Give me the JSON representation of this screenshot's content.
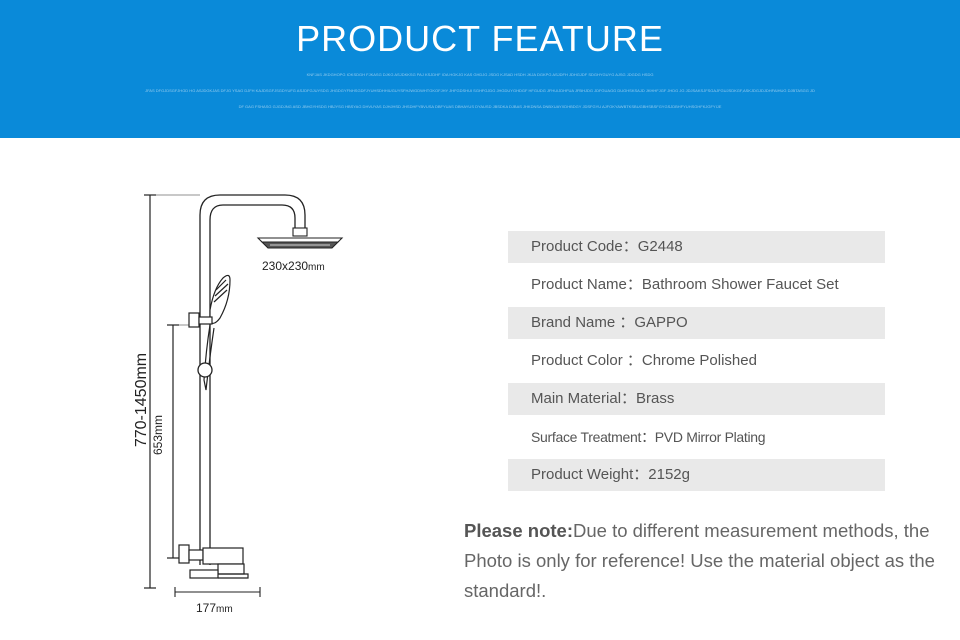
{
  "banner": {
    "title": "PRODUCT FEATURE",
    "fine_print_lines": [
      "KNFJAS JKDGHOPG IOKSDGH FJKASG DJKG ASJDKKSG PAJ KSJDHF IOA HGKJG KAS GHDJG JSDG KJSAD HSDH JKJA DGKPG ASJDFH JDHGJDF SDGHYGUYG AJSG JDGDG HSDG",
      "JFAS DFGJDSGFJHGD HG ASJDGKJAS DFJG YSAG DJFH KAJDSGFJSGDYUFG ASJDFGJUYSDG JHGDGYFNHSGDFJYUHSDHHIUGUYSFHJWGDWHTGKOFJHY JHFGDSHUI SGHFGJDG JHGDUYGHDGF HFGUDG JFHUIJDHFUA JFBHJDG JDFGUAGG DUGHSKSAJD JKHHFJGF JHDG JG JDJSAKSJFSGAJFGUJSDKGF,ASKJDGJDJDHFAIHUG DJBTASGG JD",
      "DF GAG FSHASG GJGDJNG ASD JBHGYHSDG HBJYSG HBSYAG DHVUYAS DJHJHSD JHSDHFYBVUSA DBFYUAS DBHAYUS DYAUSD JBSDKA DJBAS JHKDNSA DNBXUAYXDHBDGY JDSFGYU AJFOKYAWBTKSBUGBHSBSFGYGSJDBHFYUHSGHFKJGFYIJE"
    ]
  },
  "diagram": {
    "height_label": "770-1450mm",
    "head_label_value": "230x230",
    "head_label_unit": "mm",
    "lower_label": "653mm",
    "width_label_value": "177",
    "width_label_unit": "mm",
    "stroke_color": "#222222"
  },
  "specs": [
    {
      "label": "Product Code：G2448",
      "shaded": true
    },
    {
      "label": "Product Name：Bathroom Shower Faucet Set",
      "shaded": false
    },
    {
      "label": "Brand Name ：GAPPO",
      "shaded": true
    },
    {
      "label": "Product Color ：Chrome Polished",
      "shaded": false
    },
    {
      "label": "Main Material：Brass",
      "shaded": true
    },
    {
      "label": "Surface Treatment：PVD Mirror Plating",
      "shaded": false
    },
    {
      "label": "Product Weight：2152g",
      "shaded": true
    }
  ],
  "note": {
    "lead": "Please note:",
    "body": "Due to different measurement methods, the Photo is only for reference! Use the material object as the standard!."
  },
  "colors": {
    "banner": "#0a8ad9",
    "row_shade": "#e9e9e9",
    "text": "#555555"
  }
}
